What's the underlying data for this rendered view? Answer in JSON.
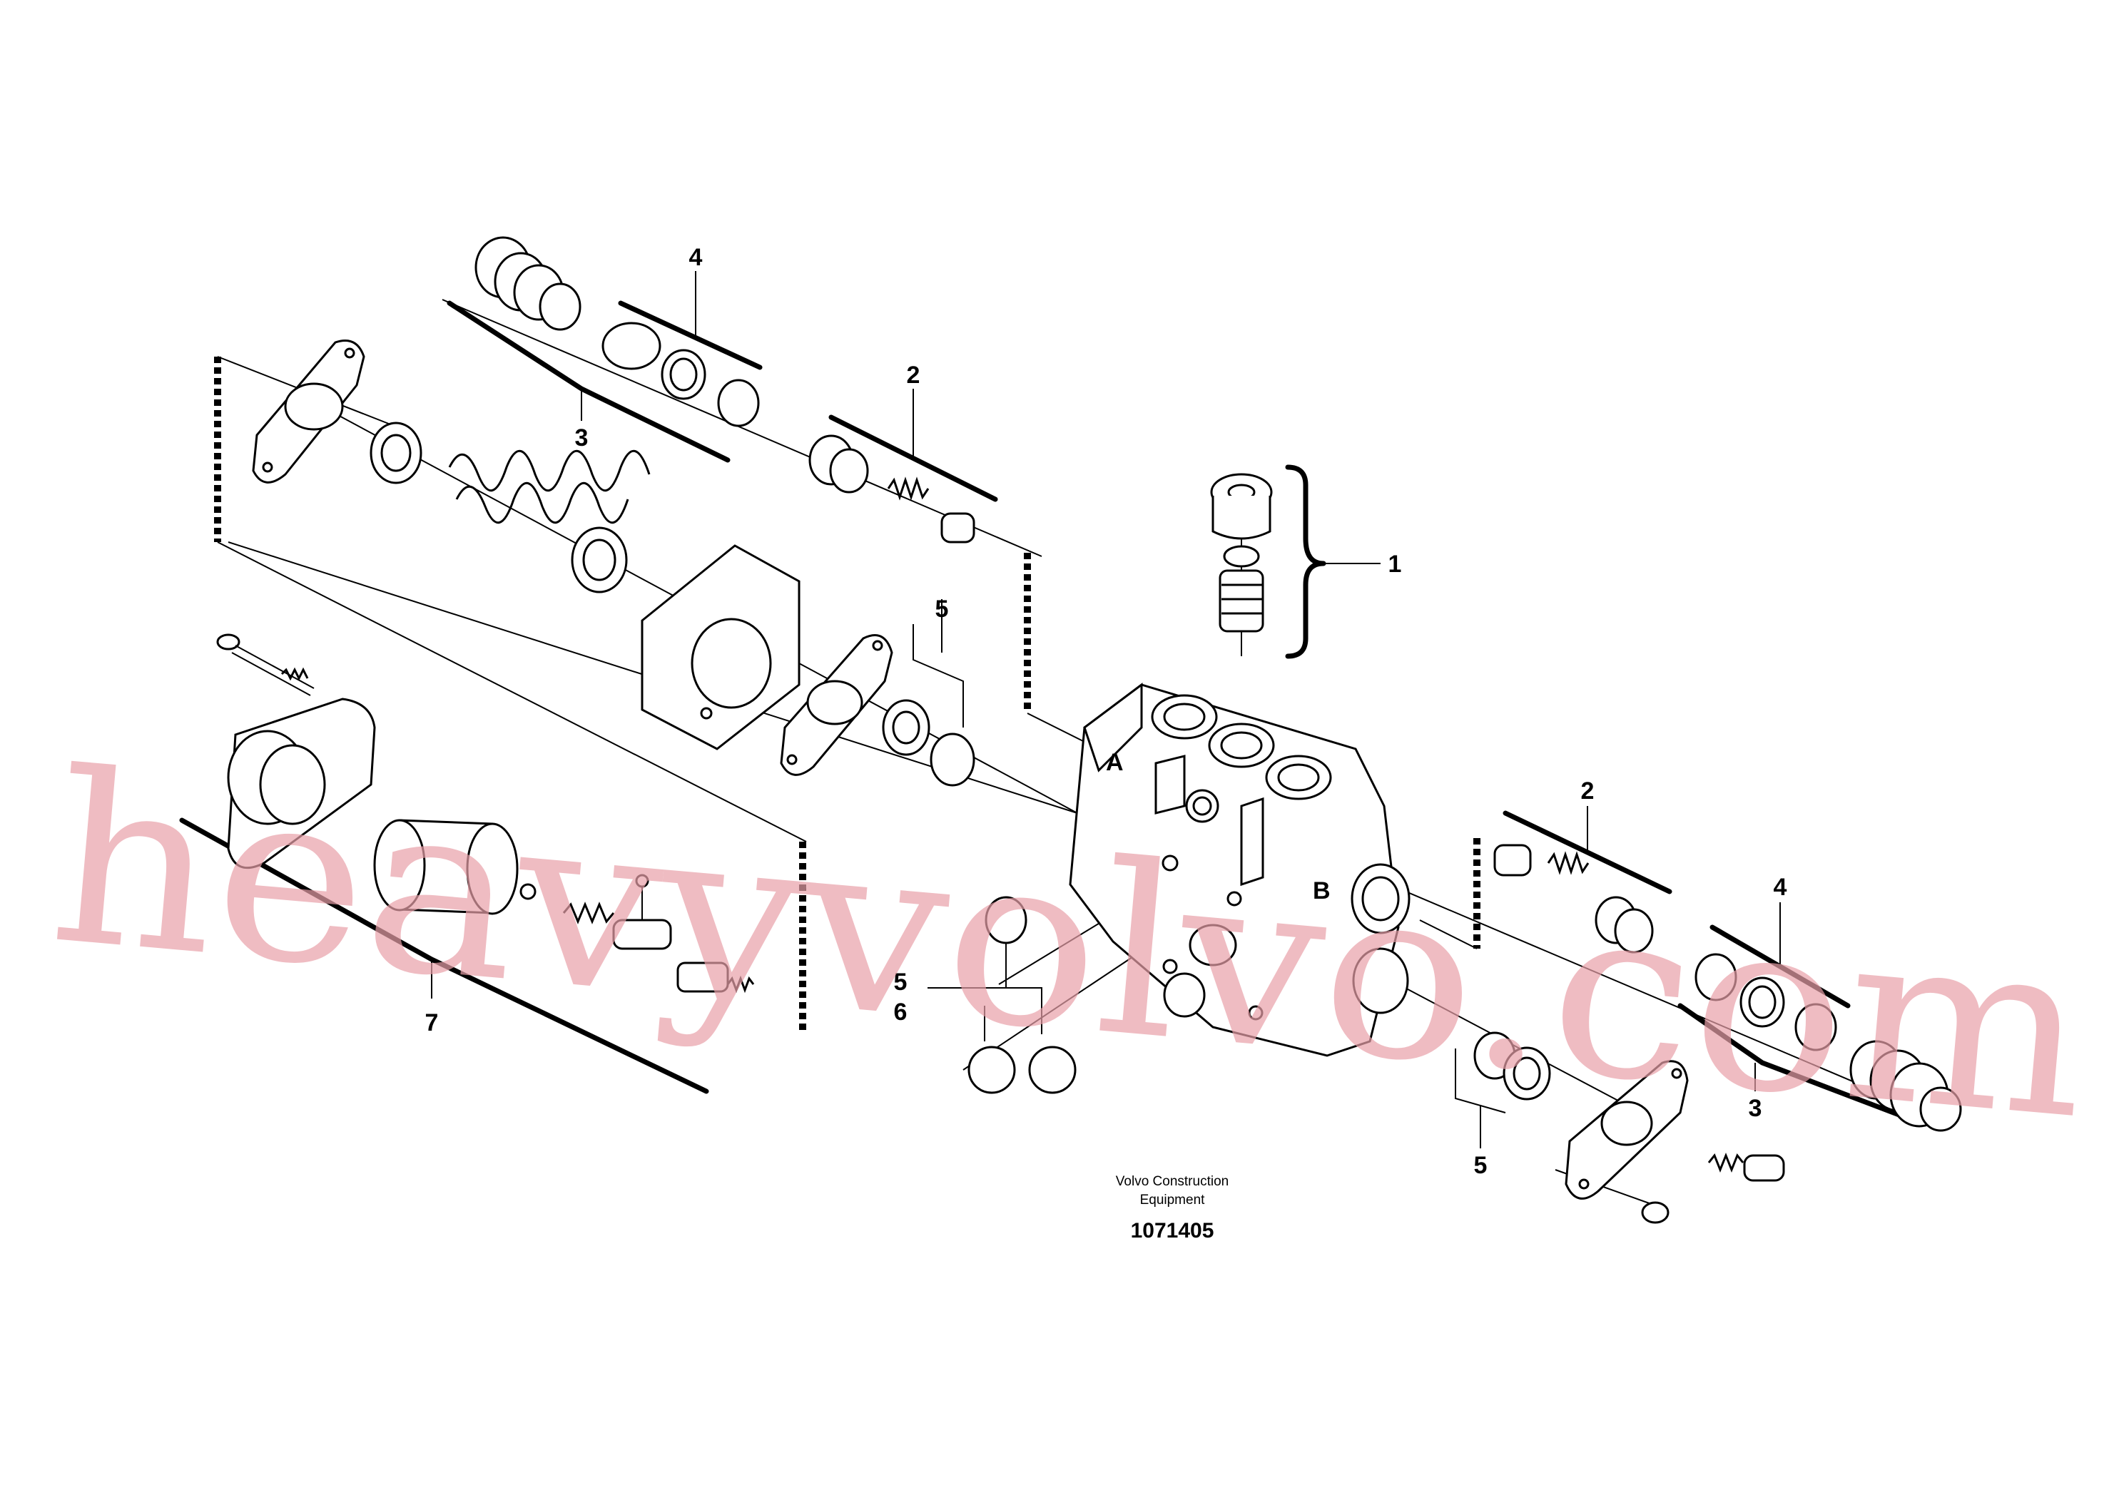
{
  "diagram": {
    "callouts": [
      "4",
      "3",
      "2",
      "1",
      "5",
      "5",
      "6",
      "7",
      "2",
      "4",
      "3",
      "5"
    ],
    "credit_line1": "Volvo Construction",
    "credit_line2": "Equipment",
    "part_number": "1071405",
    "watermark": "heavyvolvo.com",
    "port_marks": [
      "A",
      "B"
    ]
  }
}
